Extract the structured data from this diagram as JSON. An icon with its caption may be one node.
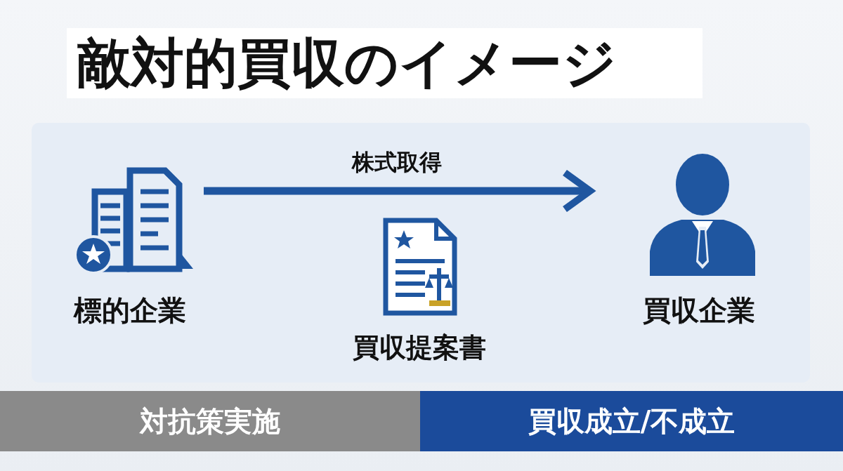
{
  "diagram": {
    "title": "敵対的買収のイメージ",
    "nodes": [
      {
        "text": [
          "標的企業"
        ]
      },
      {
        "text": [
          "買収企業"
        ]
      },
      {
        "text": [
          "対抗策実施"
        ]
      },
      {
        "text": [
          "買収成立/不成立"
        ]
      }
    ],
    "edges": [
      {
        "from": 0,
        "to": 1,
        "arrow": "to",
        "label": "株式取得"
      }
    ],
    "labels": [
      "買収提案書"
    ]
  }
}
